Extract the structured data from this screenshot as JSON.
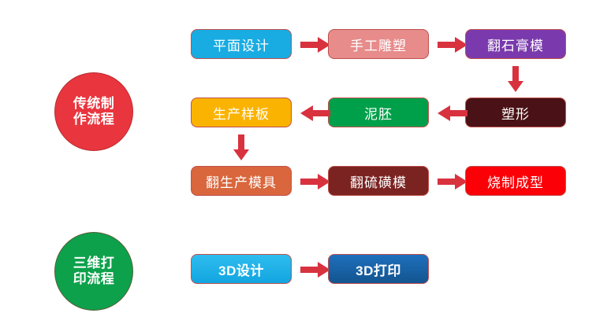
{
  "diagram": {
    "title_hidden": "",
    "groups": [
      {
        "id": "traditional",
        "circle_label_lines": [
          "传统制作流程"
        ],
        "circle_line1": "传统制",
        "circle_line2": "作流程",
        "circle_color": "#E8353E"
      },
      {
        "id": "three-d",
        "circle_label_lines": [
          "三维打印流程"
        ],
        "circle_line1": "三维打",
        "circle_line2": "印流程",
        "circle_color": "#0DA14B"
      }
    ],
    "boxes": {
      "graphic_design": {
        "label": "平面设计",
        "color": "#19ACE3"
      },
      "hand_sculpting": {
        "label": "手工雕塑",
        "color": "#E78B8B"
      },
      "plaster_mold": {
        "label": "翻石膏模",
        "color": "#7A3AAD"
      },
      "shaping": {
        "label": "塑形",
        "color": "#4A1216"
      },
      "clay_blank": {
        "label": "泥胚",
        "color": "#00A04A"
      },
      "production_sample": {
        "label": "生产样板",
        "color": "#FBB302"
      },
      "production_mold": {
        "label": "翻生产模具",
        "color": "#D9663C"
      },
      "sulfur_mold": {
        "label": "翻硫磺模",
        "color": "#7A2321"
      },
      "firing": {
        "label": "烧制成型",
        "color": "#FB0007"
      },
      "design_3d": {
        "label": "3D设计",
        "color": "#19ACE3"
      },
      "print_3d": {
        "label": "3D打印",
        "color": "#175FA8"
      }
    },
    "arrow_color": "#D8323F",
    "arrows": [
      {
        "name": "arrow-graphic-design-to-hand-sculpting",
        "direction": "right"
      },
      {
        "name": "arrow-hand-sculpting-to-plaster-mold",
        "direction": "right"
      },
      {
        "name": "arrow-plaster-mold-to-shaping",
        "direction": "down"
      },
      {
        "name": "arrow-shaping-to-clay-blank",
        "direction": "left"
      },
      {
        "name": "arrow-clay-blank-to-production-sample",
        "direction": "left"
      },
      {
        "name": "arrow-production-sample-to-production-mold",
        "direction": "down"
      },
      {
        "name": "arrow-production-mold-to-sulfur-mold",
        "direction": "right"
      },
      {
        "name": "arrow-sulfur-mold-to-firing",
        "direction": "right"
      },
      {
        "name": "arrow-design-3d-to-print-3d",
        "direction": "right"
      }
    ]
  }
}
